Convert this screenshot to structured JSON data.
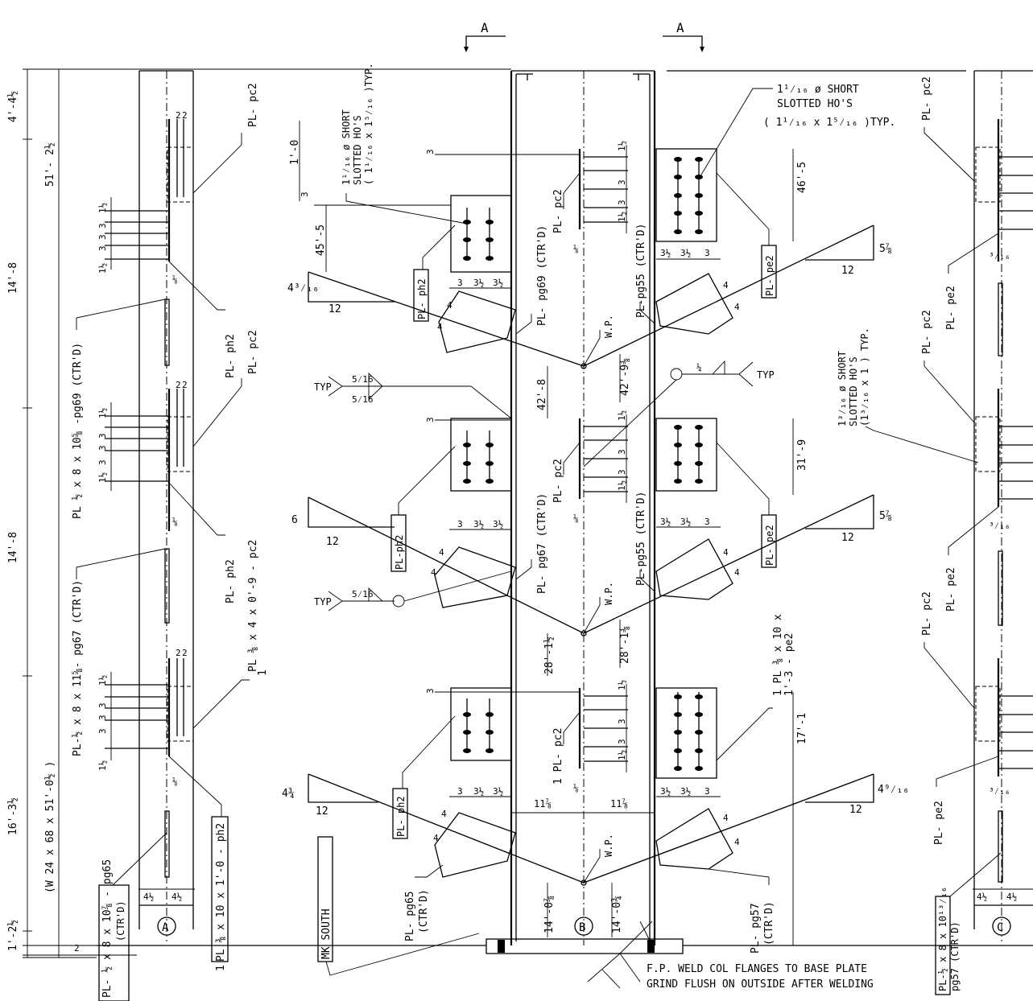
{
  "section_marks": [
    "A",
    "A"
  ],
  "grid_labels": [
    "A",
    "B",
    "C"
  ],
  "left_dims": {
    "top": "4'-4½",
    "overall": "51'- 2½",
    "d1": "14'-8",
    "d2": "14'-8",
    "d3": "16'-3½",
    "bottom": "1'-2½",
    "bottom_small": "2"
  },
  "member": "(W 24 x 68 x 51'-0½ )",
  "left_col": {
    "pc2_top": "PL- pc2",
    "ph2_top": "PL- ph2",
    "pc2_mid": "PL- pc2",
    "pl_pg69": "PL ½ x 8 x 10⅝ -pg69 (CTR'D)",
    "ph2_mid": "PL- ph2",
    "pl_pc2_long": "PL ⅜ x 4 x 0'-9 - pc2",
    "pl_pc2_count": "1",
    "pl_pg67": "PL-½ x 8 x 11⅝- pg67 (CTR'D)",
    "pl_ph2_bottom": "PL ⅜ x 10 x 1'-0 - ph2",
    "pl_ph2_count": "1",
    "pl_pg65": "PL- ½ x 8 x 10⅞ - pg65",
    "pl_pg65_ctr": "(CTR'D)",
    "hole_dims": [
      "1½",
      "3",
      "3",
      "3",
      "1½"
    ],
    "gap_dims": [
      "2",
      "2"
    ],
    "weld": "⅛",
    "bottom_dims": [
      "4½",
      "4½"
    ]
  },
  "middle": {
    "holes_note": [
      "1¹⁄₁₆ ø SHORT",
      "SLOTTED HO'S",
      "( 1¹⁄₁₆ x 1⁵⁄₁₆ )TYP."
    ],
    "dim_1_0": "1'-0",
    "dim_3": "3",
    "elev_45_5": "45'-5",
    "slope_top": [
      "4³⁄₁₆",
      "12"
    ],
    "slope_mid": [
      "6",
      "12"
    ],
    "slope_bot": [
      "4¾",
      "12"
    ],
    "ph2_labels": [
      "PL- ph2",
      "PL-ph2",
      "PL- ph2"
    ],
    "gusset_dims": [
      "3",
      "3½",
      "3½"
    ],
    "gusset_edge": [
      "4",
      "4"
    ],
    "typ": "TYP",
    "weld_sizes": [
      "5⁄16",
      "5⁄16",
      "5⁄16"
    ],
    "pg69": "PL- pg69 (CTR'D)",
    "pg67": "PL- pg67 (CTR'D)",
    "pg65": [
      "PL- pg65",
      "(CTR'D)"
    ],
    "elev_42_8": "42'-8",
    "elev_28_1": "28'-1½",
    "elev_14_0": "14'-0⅞",
    "wp": "W.P.",
    "pc2_web": "PL- pc2",
    "pc2_web_bot": "1 PL- pc2",
    "web_weld": "⅛",
    "web_dims": [
      "1½",
      "3",
      "3",
      "1½"
    ],
    "center_dims": [
      "11⅞",
      "11⅞"
    ],
    "mk": "MK SOUTH"
  },
  "right": {
    "pg55": "PL-pg55 (CTR'D)",
    "elev_42_9": "42'-9⅜",
    "elev_28_1": "28'-1⅜",
    "elev_14_0": "14'-0¾",
    "elev_46_5": "46'-5",
    "elev_31_9": "31'-9",
    "elev_17_1": "17'-1",
    "pe2": "PL- pe2",
    "slope_top": [
      "5⅞",
      "12"
    ],
    "slope_mid": [
      "5⅞",
      "12"
    ],
    "slope_bot": [
      "4⁹⁄₁₆",
      "12"
    ],
    "weld_quarter": "¼",
    "pl_pe2_long": [
      "1 PL ⅜ x 10 x",
      "1'-3 - pe2"
    ],
    "pg57": [
      "PL- pg57",
      "(CTR'D)"
    ],
    "base_note": [
      "F.P. WELD COL FLANGES TO BASE PLATE",
      "GRIND FLUSH ON OUTSIDE AFTER WELDING"
    ],
    "gusset_dims": [
      "3½",
      "3½",
      "3"
    ]
  },
  "far_right": {
    "pc2": "PL- pc2",
    "pe2": "PL- pe2",
    "holes_note": [
      "1³⁄₁₆ ø SHORT",
      "SLOTTED HO'S",
      "(1³⁄₁₆ x 1 ) TYP."
    ],
    "weld": "³⁄₁₆",
    "bottom_dims": [
      "4½",
      "4½"
    ],
    "pl_pg57": [
      "PL-½ x 8 x 10¹³⁄₁₆",
      "pg57 (CTR'D)"
    ]
  }
}
